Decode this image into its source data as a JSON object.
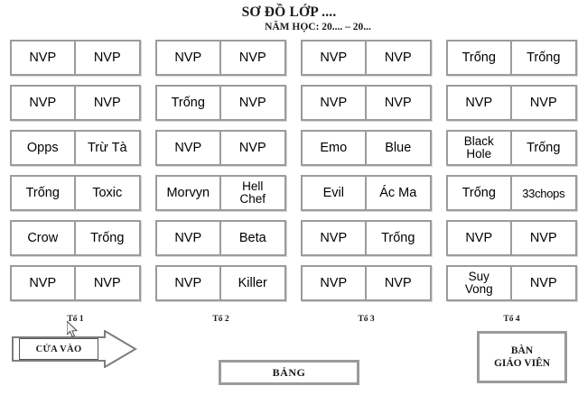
{
  "header": {
    "title": "SƠ ĐỒ LỚP ....",
    "school_year": "NĂM HỌC: 20.... – 20..."
  },
  "seating": {
    "groups": [
      {
        "label": "Tổ 1",
        "rows": [
          {
            "left": "NVP",
            "right": "NVP"
          },
          {
            "left": "NVP",
            "right": "NVP"
          },
          {
            "left": "Opps",
            "right": "Trừ Tà"
          },
          {
            "left": "Trống",
            "right": "Toxic"
          },
          {
            "left": "Crow",
            "right": "Trống"
          },
          {
            "left": "NVP",
            "right": "NVP"
          }
        ]
      },
      {
        "label": "Tổ 2",
        "rows": [
          {
            "left": "NVP",
            "right": "NVP"
          },
          {
            "left": "Trống",
            "right": "NVP"
          },
          {
            "left": "NVP",
            "right": "NVP"
          },
          {
            "left": "Morvyn",
            "right": "Hell\nChef"
          },
          {
            "left": "NVP",
            "right": "Beta"
          },
          {
            "left": "NVP",
            "right": "Killer"
          }
        ]
      },
      {
        "label": "Tổ 3",
        "rows": [
          {
            "left": "NVP",
            "right": "NVP"
          },
          {
            "left": "NVP",
            "right": "NVP"
          },
          {
            "left": "Emo",
            "right": "Blue"
          },
          {
            "left": "Evil",
            "right": "Ác Ma"
          },
          {
            "left": "NVP",
            "right": "Trống"
          },
          {
            "left": "NVP",
            "right": "NVP"
          }
        ]
      },
      {
        "label": "Tổ 4",
        "rows": [
          {
            "left": "Trống",
            "right": "Trống"
          },
          {
            "left": "NVP",
            "right": "NVP"
          },
          {
            "left": "Black\nHole",
            "right": "Trống"
          },
          {
            "left": "Trống",
            "right": "33chops"
          },
          {
            "left": "NVP",
            "right": "NVP"
          },
          {
            "left": "Suy\nVong",
            "right": "NVP"
          }
        ]
      }
    ]
  },
  "entrance": {
    "label": "CỬA VÀO"
  },
  "board": {
    "label": "BẢNG"
  },
  "teacher_desk": {
    "label": "BÀN\nGIÁO VIÊN"
  }
}
